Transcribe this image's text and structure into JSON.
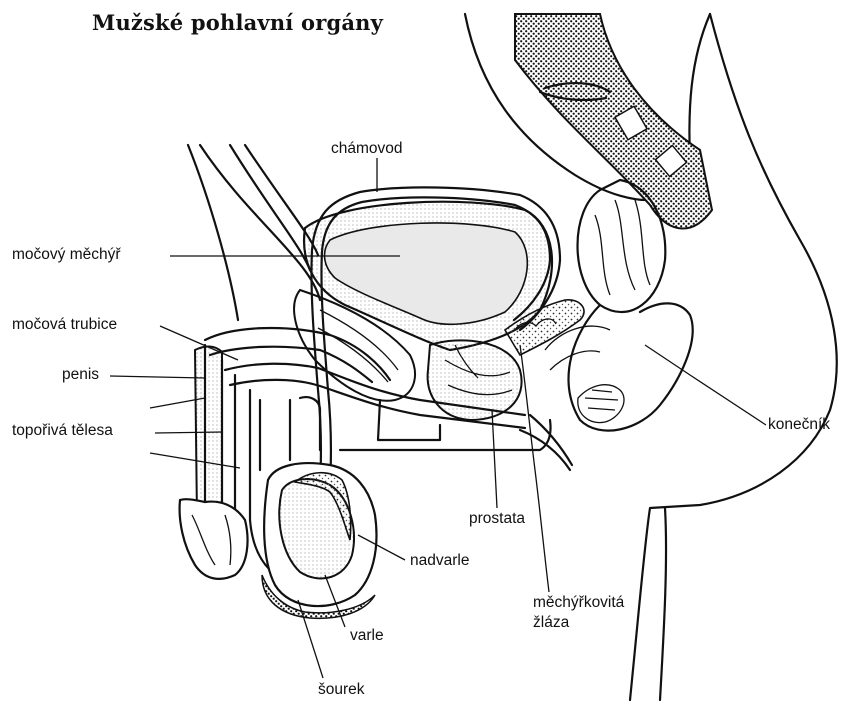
{
  "title": "Mužské pohlavní orgány",
  "labels": {
    "chamovod": "chámovod",
    "mocovy_mechyr": "močový měchýř",
    "mocova_trubice": "močová trubice",
    "penis": "penis",
    "topoviva_telesa": "topořivá tělesa",
    "konecnik": "konečník",
    "prostata": "prostata",
    "nadvarle": "nadvarle",
    "mechyrkovita_zlaza_1": "měchýřkovitá",
    "mechyrkovita_zlaza_2": "žláza",
    "varle": "varle",
    "sourek": "šourek"
  }
}
